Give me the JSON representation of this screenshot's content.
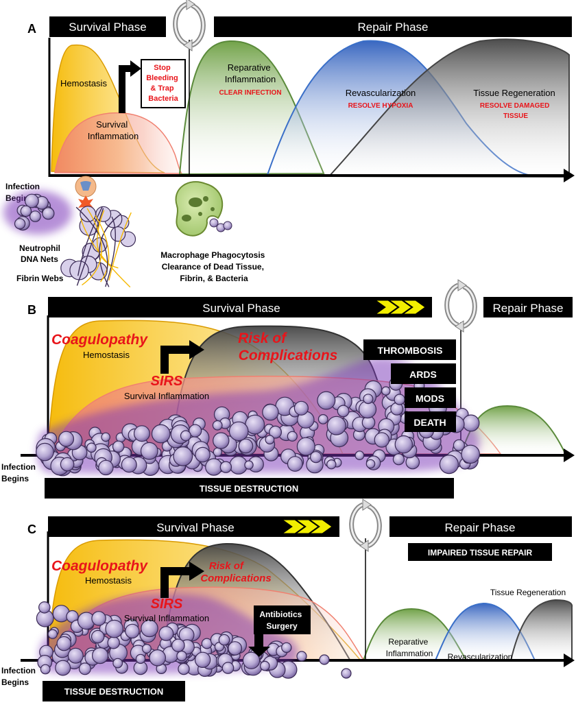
{
  "colors": {
    "hemostasis": "#f5b800",
    "inflammation": "#f08070",
    "reparative": "#5a8a3a",
    "revascularization": "#3a6fc8",
    "regeneration": "#555555",
    "alert_red": "#e8141a",
    "bacteria": "#b4a6d2",
    "bacteria_glow": "#7a35b8",
    "chevron": "#f2ee00",
    "bar": "#000000"
  },
  "icons": [
    "cycle-arrows-icon",
    "chevron-arrows-icon",
    "elbow-arrow-icon",
    "down-arrow-icon",
    "macrophage-icon",
    "neutrophil-icon",
    "bacteria-cluster-icon"
  ],
  "panelA": {
    "letter": "A",
    "survival_phase": "Survival Phase",
    "repair_phase": "Repair Phase",
    "hemostasis": "Hemostasis",
    "survival_inflammation": [
      "Survival",
      "Inflammation"
    ],
    "stop_box": [
      "Stop",
      "Bleeding",
      "& Trap",
      "Bacteria"
    ],
    "reparative": [
      "Reparative",
      "Inflammation"
    ],
    "clear_infection": "CLEAR INFECTION",
    "revascularization": "Revascularization",
    "resolve_hypoxia": "RESOLVE HYPOXIA",
    "tissue_regeneration": "Tissue Regeneration",
    "resolve_damaged": [
      "RESOLVE DAMAGED",
      "TISSUE"
    ],
    "infection_begins": [
      "Infection",
      "Begins"
    ],
    "neutrophil_nets": [
      "Neutrophil",
      "DNA Nets"
    ],
    "fibrin_webs": "Fibrin Webs",
    "macrophage": [
      "Macrophage Phagocytosis",
      "Clearance of Dead Tissue,",
      "Fibrin, & Bacteria"
    ]
  },
  "panelB": {
    "letter": "B",
    "survival_phase": "Survival Phase",
    "repair_phase": "Repair Phase",
    "coagulopathy": "Coagulopathy",
    "hemostasis": "Hemostasis",
    "risk": [
      "Risk of",
      "Complications"
    ],
    "sirs": "SIRS",
    "survival_inflammation": "Survival Inflammation",
    "complications": [
      "THROMBOSIS",
      "ARDS",
      "MODS",
      "DEATH"
    ],
    "tissue_destruction": "TISSUE DESTRUCTION",
    "infection_begins": [
      "Infection",
      "Begins"
    ]
  },
  "panelC": {
    "letter": "C",
    "survival_phase": "Survival Phase",
    "repair_phase": "Repair Phase",
    "impaired": "IMPAIRED TISSUE REPAIR",
    "coagulopathy": "Coagulopathy",
    "hemostasis": "Hemostasis",
    "risk": [
      "Risk of",
      "Complications"
    ],
    "sirs": "SIRS",
    "survival_inflammation": "Survival Inflammation",
    "antibiotics": [
      "Antibiotics",
      "Surgery"
    ],
    "reparative": [
      "Reparative",
      "Inflammation"
    ],
    "revascularization": "Revascularization",
    "tissue_regeneration": "Tissue Regeneration",
    "tissue_destruction": "TISSUE DESTRUCTION",
    "infection_begins": [
      "Infection",
      "Begins"
    ]
  }
}
